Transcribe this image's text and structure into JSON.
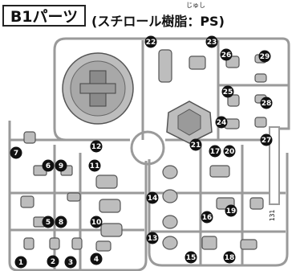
{
  "header": {
    "code": "B1パーツ",
    "material": "(スチロール樹脂：PS)",
    "ruby": "じゅし"
  },
  "side_label": "131",
  "markers": [
    "1",
    "2",
    "3",
    "4",
    "5",
    "6",
    "7",
    "8",
    "9",
    "10",
    "11",
    "12",
    "13",
    "14",
    "15",
    "16",
    "17",
    "18",
    "19",
    "20",
    "21",
    "22",
    "23",
    "24",
    "25",
    "26",
    "27",
    "28",
    "29"
  ],
  "colors": {
    "frame": "#9a9a9a",
    "part": "#bdbdbd",
    "part_dark": "#7d7d7d",
    "marker": "#111111"
  }
}
